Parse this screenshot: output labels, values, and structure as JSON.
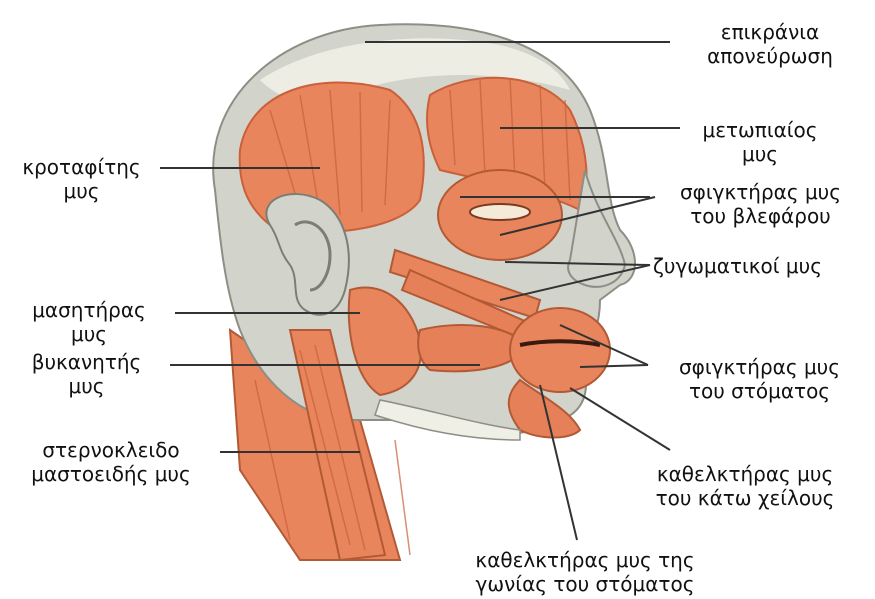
{
  "colors": {
    "muscle": "#e9855c",
    "muscle_dark": "#c9603a",
    "bone": "#c9cbc3",
    "skin_pale": "#efefe6",
    "leader": "#333333"
  },
  "labels": {
    "epicranial": [
      "επικράνια",
      "απονεύρωση"
    ],
    "frontalis": [
      "μετωπιαίος",
      "μυς"
    ],
    "temporalis": [
      "κροταφίτης",
      "μυς"
    ],
    "orbicularis_oculi": [
      "σφιγκτήρας μυς",
      "του βλεφάρου"
    ],
    "zygomatic": [
      "ζυγωματικοί μυς"
    ],
    "masseter": [
      "μασητήρας",
      "μυς"
    ],
    "buccinator": [
      "βυκανητής",
      "μυς"
    ],
    "orbicularis_oris": [
      "σφιγκτήρας μυς",
      "του στόματος"
    ],
    "scm": [
      "στερνοκλειδο",
      "μαστοειδής μυς"
    ],
    "depressor_labii": [
      "καθελκτήρας μυς",
      "του κάτω χείλους"
    ],
    "depressor_anguli": [
      "καθελκτήρας μυς της",
      "γωνίας του στόματος"
    ]
  }
}
